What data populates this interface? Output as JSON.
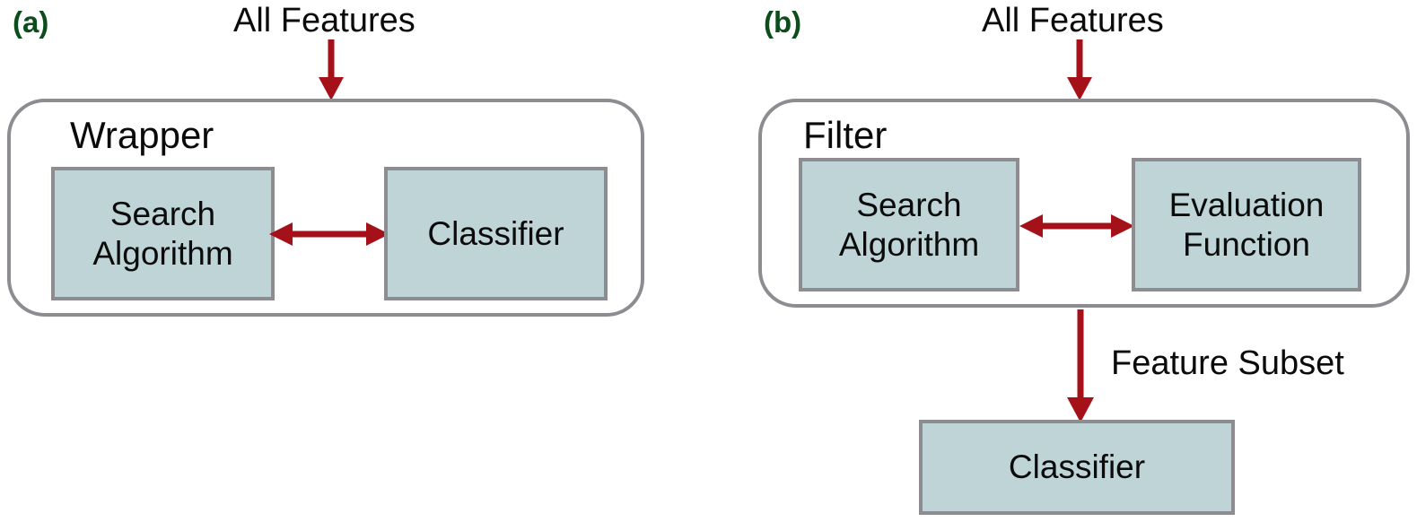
{
  "figure": {
    "type": "diagram",
    "subtype": "flowchart",
    "background_color": "#ffffff",
    "accent_colors": {
      "node_fill": "#bed4d6",
      "node_border": "#8c8c91",
      "container_border": "#8c8c91",
      "arrow": "#a51118",
      "panel_label": "#0d4d1c",
      "text": "#0b0b0b"
    }
  },
  "panels": [
    {
      "id": "a",
      "label": "(a)",
      "input_label": "All Features",
      "container_title": "Wrapper",
      "nodes": [
        {
          "id": "search-algorithm",
          "lines": [
            "Search",
            "Algorithm"
          ]
        },
        {
          "id": "classifier",
          "lines": [
            "Classifier"
          ]
        }
      ],
      "arrows": [
        {
          "id": "input-arrow",
          "direction": "down",
          "label": ""
        },
        {
          "id": "search-classifier-arrow",
          "direction": "bidirectional",
          "label": ""
        }
      ]
    },
    {
      "id": "b",
      "label": "(b)",
      "input_label": "All Features",
      "container_title": "Filter",
      "nodes": [
        {
          "id": "search-algorithm",
          "lines": [
            "Search",
            "Algorithm"
          ]
        },
        {
          "id": "evaluation-function",
          "lines": [
            "Evaluation",
            "Function"
          ]
        },
        {
          "id": "classifier",
          "lines": [
            "Classifier"
          ]
        }
      ],
      "output_label": "Feature Subset",
      "arrows": [
        {
          "id": "input-arrow",
          "direction": "down",
          "label": ""
        },
        {
          "id": "search-evaluation-arrow",
          "direction": "bidirectional",
          "label": ""
        },
        {
          "id": "feature-subset-arrow",
          "direction": "down",
          "label": "Feature Subset"
        }
      ]
    }
  ]
}
